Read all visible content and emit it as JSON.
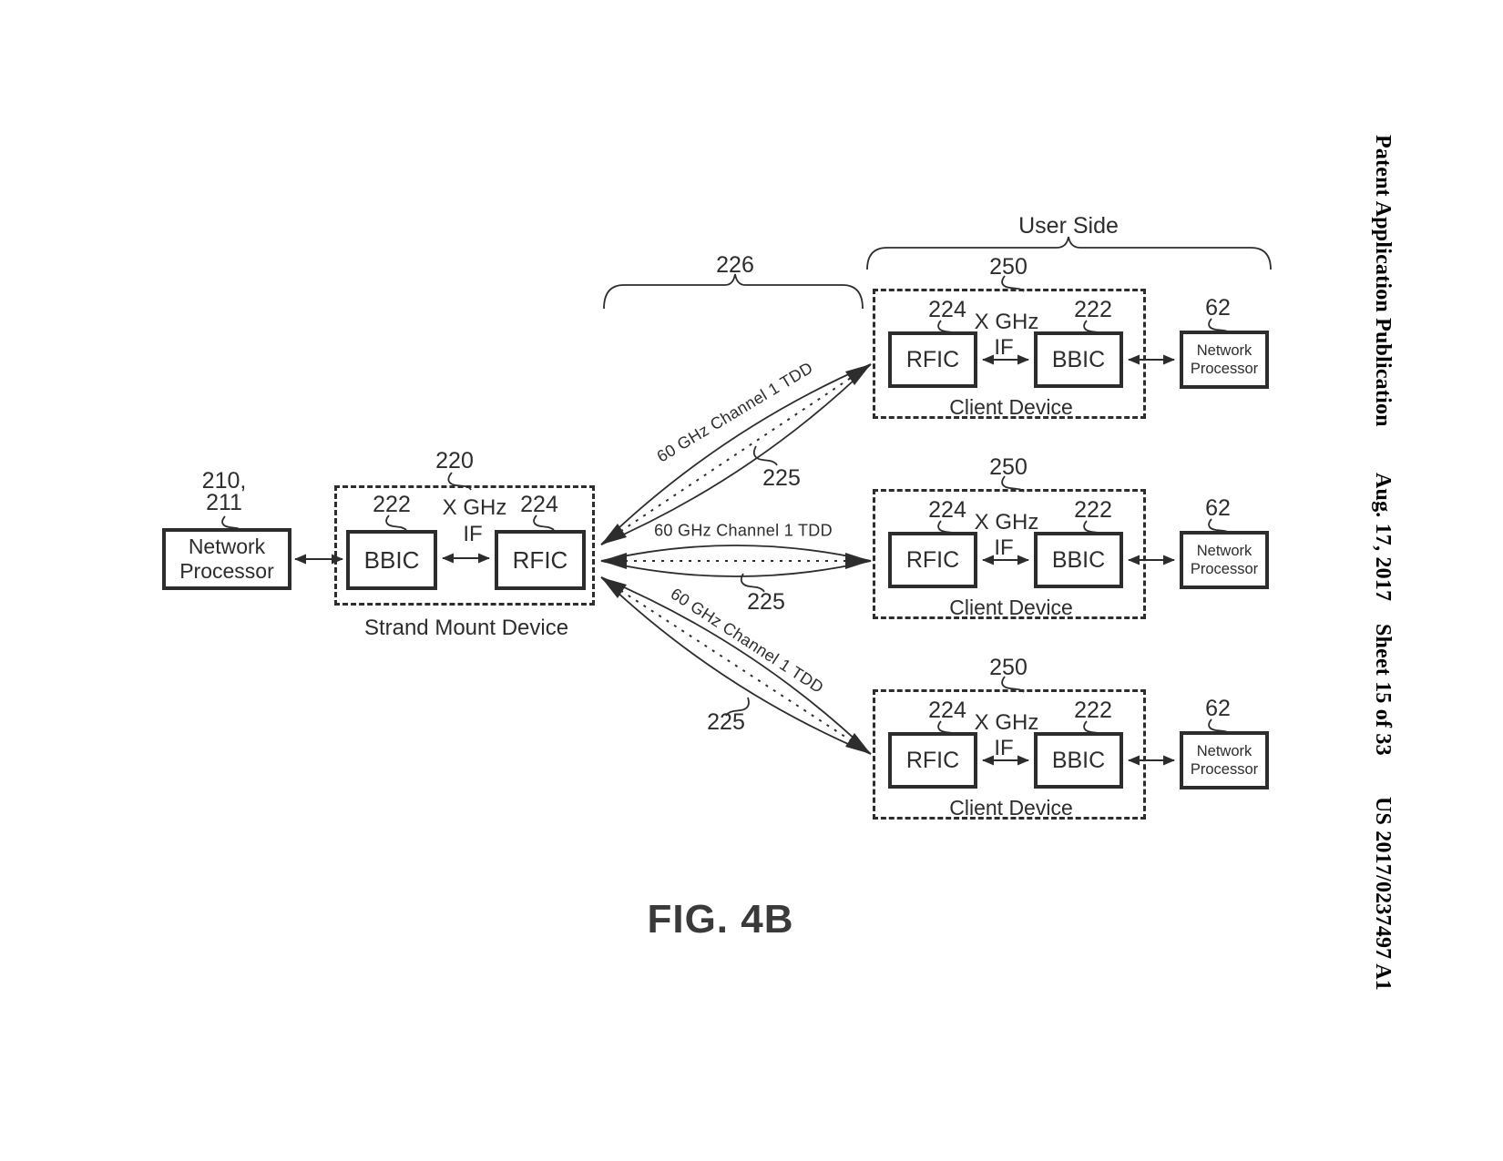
{
  "header": {
    "publication": "Patent Application Publication",
    "date": "Aug. 17, 2017",
    "sheet": "Sheet 15 of 33",
    "number": "US 2017/0237497 A1"
  },
  "figure": {
    "caption": "FIG. 4B"
  },
  "network_side": {
    "ref_line1": "210,",
    "ref_line2": "211",
    "np_line1": "Network",
    "np_line2": "Processor"
  },
  "strand_mount": {
    "ref": "220",
    "label": "Strand Mount Device",
    "bbic_ref": "222",
    "bbic_label": "BBIC",
    "if_line1": "X GHz",
    "if_line2": "IF",
    "rfic_ref": "224",
    "rfic_label": "RFIC"
  },
  "links": {
    "group_ref": "226",
    "beams": [
      {
        "label": "60 GHz Channel 1 TDD",
        "ref": "225"
      },
      {
        "label": "60 GHz Channel 1 TDD",
        "ref": "225"
      },
      {
        "label": "60 GHz Channel 1 TDD",
        "ref": "225"
      }
    ]
  },
  "user_side": {
    "label": "User Side",
    "clients": [
      {
        "ref": "250",
        "rfic_ref": "224",
        "rfic_label": "RFIC",
        "if_line1": "X GHz",
        "if_line2": "IF",
        "bbic_ref": "222",
        "bbic_label": "BBIC",
        "label": "Client Device",
        "np_ref": "62",
        "np_line1": "Network",
        "np_line2": "Processor"
      },
      {
        "ref": "250",
        "rfic_ref": "224",
        "rfic_label": "RFIC",
        "if_line1": "X GHz",
        "if_line2": "IF",
        "bbic_ref": "222",
        "bbic_label": "BBIC",
        "label": "Client Device",
        "np_ref": "62",
        "np_line1": "Network",
        "np_line2": "Processor"
      },
      {
        "ref": "250",
        "rfic_ref": "224",
        "rfic_label": "RFIC",
        "if_line1": "X GHz",
        "if_line2": "IF",
        "bbic_ref": "222",
        "bbic_label": "BBIC",
        "label": "Client Device",
        "np_ref": "62",
        "np_line1": "Network",
        "np_line2": "Processor"
      }
    ]
  }
}
